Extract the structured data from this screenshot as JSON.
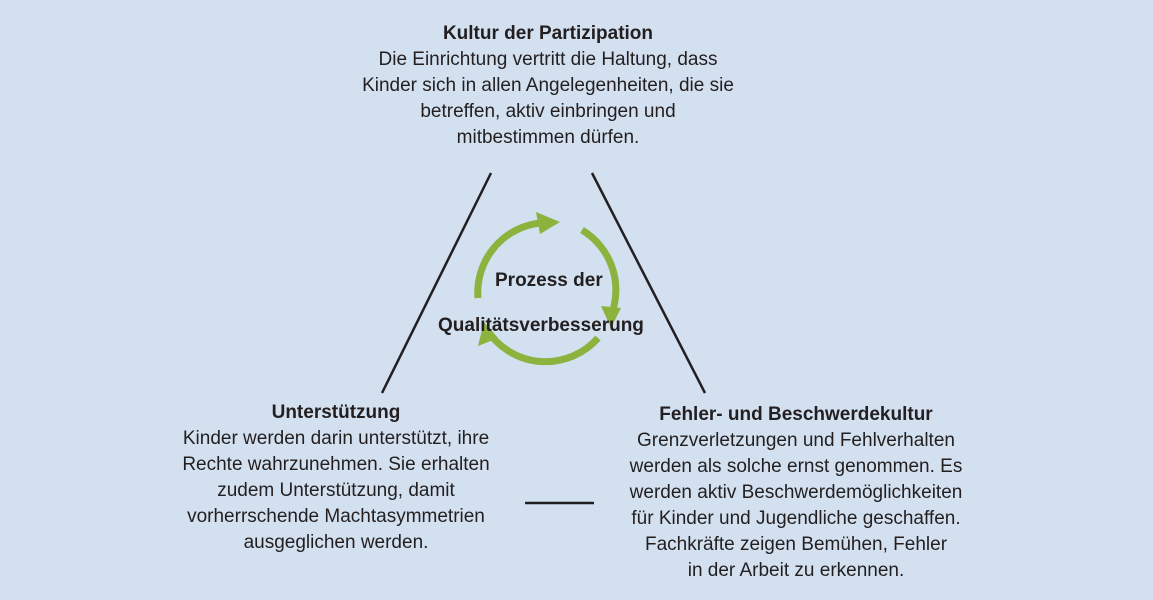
{
  "top": {
    "title": "Kultur der Partizipation",
    "lines": [
      "Die Einrichtung vertritt die Haltung, dass",
      "Kinder sich in allen Angelegenheiten, die sie",
      "betreffen, aktiv einbringen und",
      "mitbestimmen dürfen."
    ]
  },
  "left": {
    "title": "Unterstützung",
    "lines": [
      "Kinder werden darin unterstützt, ihre",
      "Rechte wahrzunehmen. Sie erhalten",
      "zudem Unterstützung, damit",
      "vorherrschende Machtasymmetrien",
      "ausgeglichen werden."
    ]
  },
  "right": {
    "title": "Fehler- und Beschwerdekultur",
    "lines": [
      "Grenzverletzungen und Fehlverhalten",
      "werden als solche ernst genommen. Es",
      "werden aktiv Beschwerdemöglichkeiten",
      "für Kinder und Jugendliche geschaffen.",
      "Fachkräfte zeigen Bemühen, Fehler",
      "in der Arbeit zu erkennen."
    ]
  },
  "center": {
    "line1": "Prozess der",
    "line2": "Qualitätsverbesserung"
  },
  "colors": {
    "background": "#d3e0f0",
    "text": "#231f20",
    "cycle_arrows": "#8cb33e",
    "connectors": "#231f20"
  }
}
